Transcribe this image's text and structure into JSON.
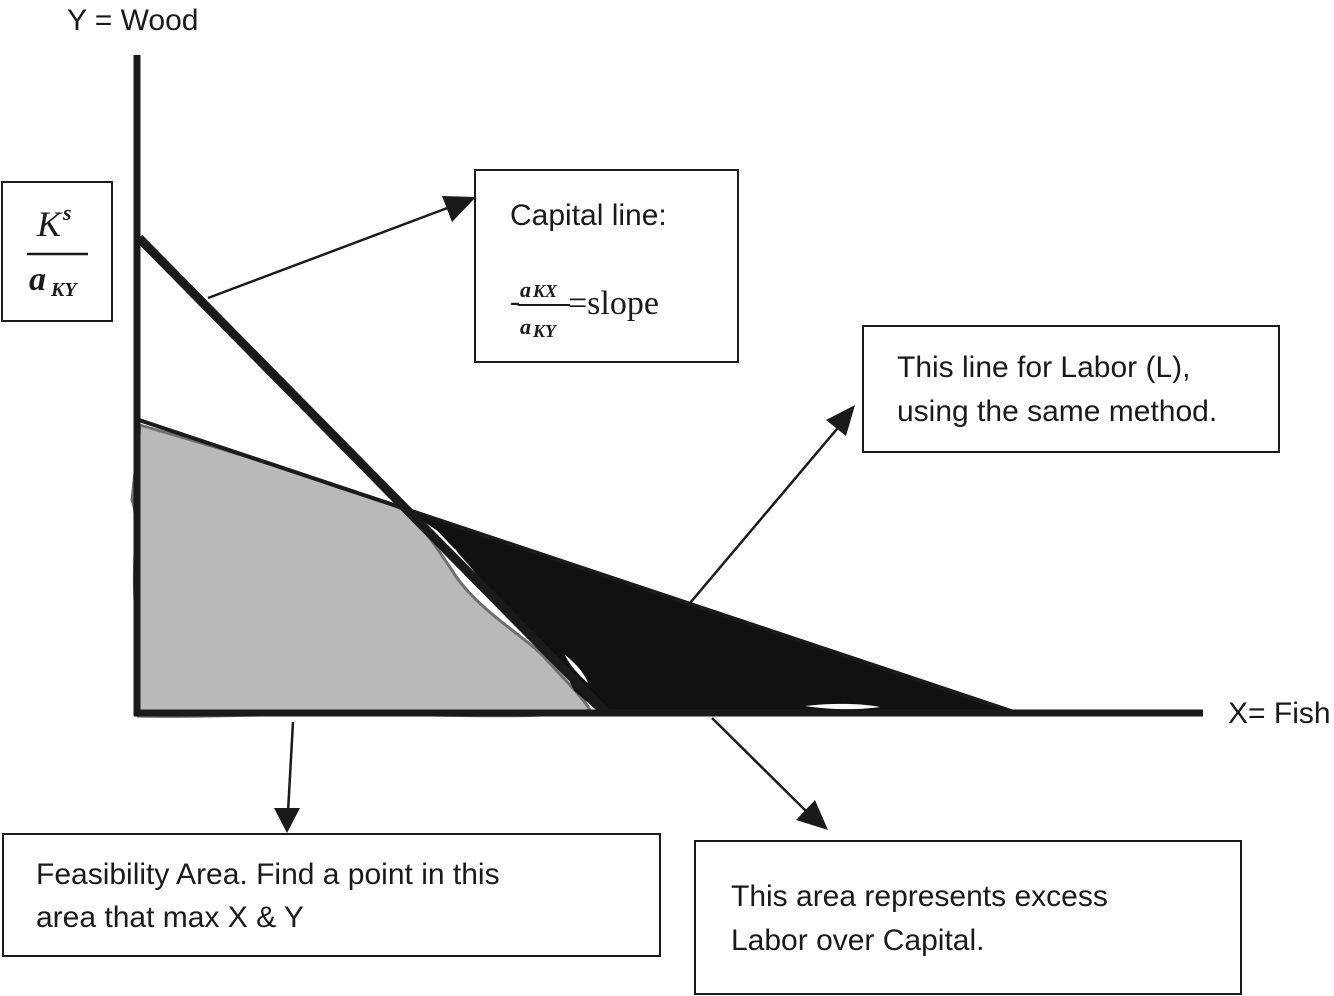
{
  "axes": {
    "y_label": "Y = Wood",
    "x_label": "X= Fish"
  },
  "intercept_label": {
    "numerator": "K",
    "numerator_sup": "s",
    "denominator_main": "a",
    "denominator_sub": "KY"
  },
  "capital_box": {
    "title": "Capital line:",
    "minus": "-",
    "frac_num_main": "a",
    "frac_num_sub": "KX",
    "frac_den_main": "a",
    "frac_den_sub": "KY",
    "suffix": "=slope"
  },
  "labor_box": {
    "line1": "This line for Labor (L),",
    "line2": "using the same method."
  },
  "feasibility_box": {
    "line1": "Feasibility Area. Find a point in this",
    "line2": "area that max X & Y"
  },
  "excess_box": {
    "line1": "This area represents excess",
    "line2": "Labor over Capital."
  },
  "colors": {
    "ink": "#1a1a1a",
    "feasible_fill": "#b9b9b9",
    "excess_fill": "#111111"
  }
}
